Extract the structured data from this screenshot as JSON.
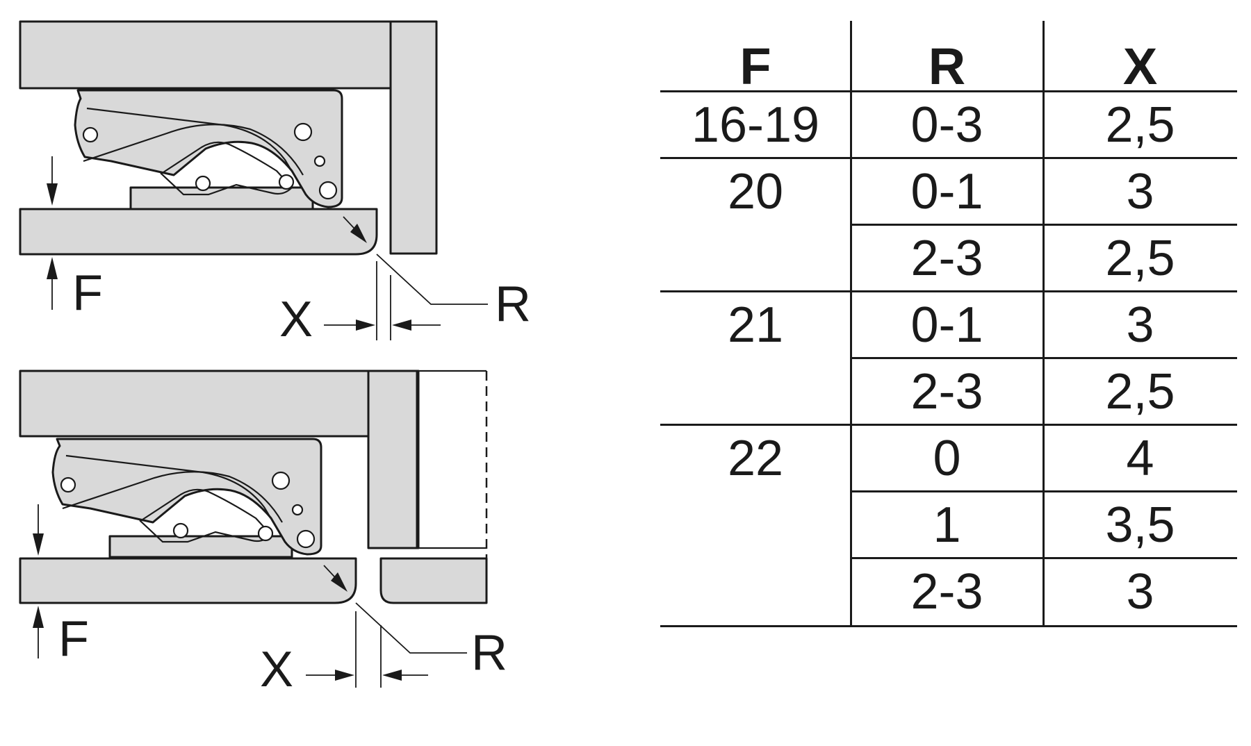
{
  "diagram": {
    "top_hinge": {
      "label_f": "F",
      "label_x": "X",
      "label_r": "R"
    },
    "bottom_hinge": {
      "label_f": "F",
      "label_x": "X",
      "label_r": "R"
    }
  },
  "table": {
    "headers": [
      "F",
      "R",
      "X"
    ],
    "rows": [
      {
        "f": "16-19",
        "r": "0-3",
        "x": "2,5"
      },
      {
        "f": "20",
        "r": "0-1",
        "x": "3"
      },
      {
        "f": "",
        "r": "2-3",
        "x": "2,5"
      },
      {
        "f": "21",
        "r": "0-1",
        "x": "3"
      },
      {
        "f": "",
        "r": "2-3",
        "x": "2,5"
      },
      {
        "f": "22",
        "r": "0",
        "x": "4"
      },
      {
        "f": "",
        "r": "1",
        "x": "3,5"
      },
      {
        "f": "",
        "r": "2-3",
        "x": "3"
      }
    ]
  }
}
